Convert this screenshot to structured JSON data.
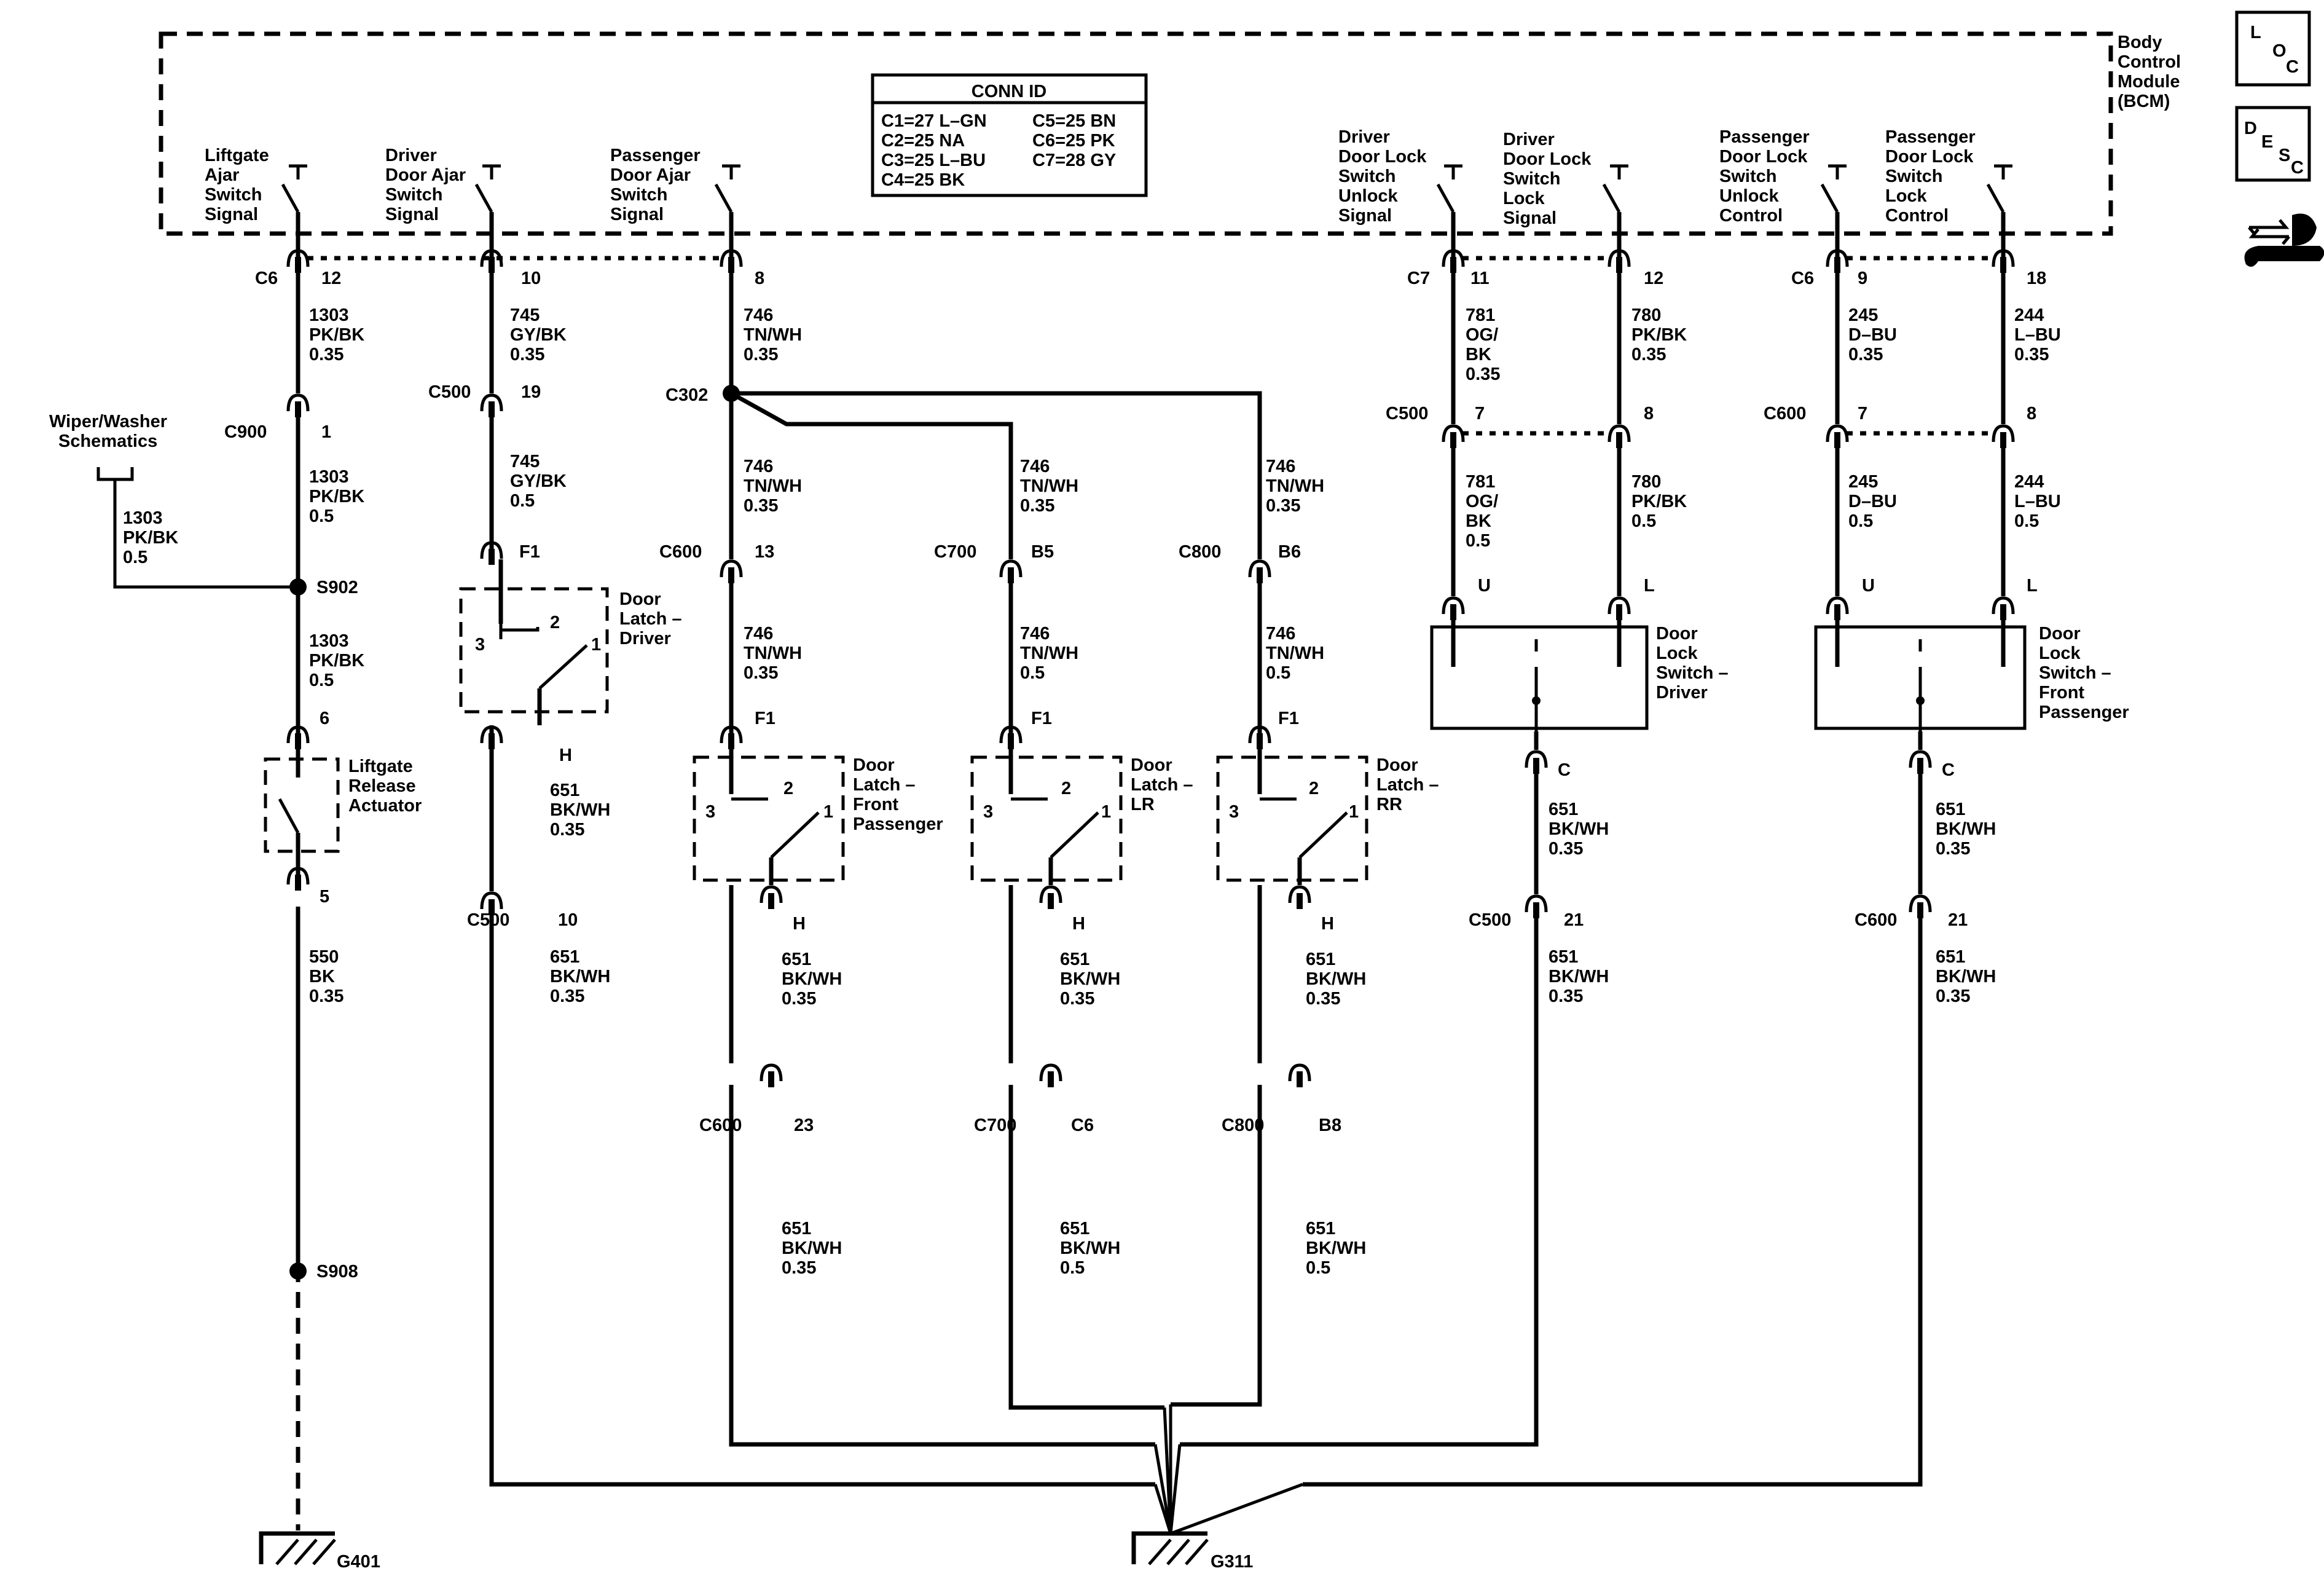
{
  "module": {
    "name": [
      "Body",
      "Control",
      "Module",
      "(BCM)"
    ]
  },
  "conn_id": {
    "title": "CONN ID",
    "col1": [
      "C1=27 L–GN",
      "C2=25 NA",
      "C3=25 L–BU",
      "C4=25 BK"
    ],
    "col2": [
      "C5=25 BN",
      "C6=25 PK",
      "C7=28 GY"
    ]
  },
  "signals": {
    "liftgate_ajar": [
      "Liftgate",
      "Ajar",
      "Switch",
      "Signal"
    ],
    "driver_door_ajar": [
      "Driver",
      "Door Ajar",
      "Switch",
      "Signal"
    ],
    "passenger_door_ajar": [
      "Passenger",
      "Door Ajar",
      "Switch",
      "Signal"
    ],
    "driver_unlock": [
      "Driver",
      "Door Lock",
      "Switch",
      "Unlock",
      "Signal"
    ],
    "driver_lock": [
      "Driver",
      "Door Lock",
      "Switch",
      "Lock",
      "Signal"
    ],
    "passenger_unlock": [
      "Passenger",
      "Door Lock",
      "Switch",
      "Unlock",
      "Control"
    ],
    "passenger_lock": [
      "Passenger",
      "Door Lock",
      "Switch",
      "Lock",
      "Control"
    ]
  },
  "icons": {
    "loc": [
      "L",
      "O",
      "C"
    ],
    "desc": [
      "D",
      "E",
      "S",
      "C"
    ],
    "service": "service-tools-icon"
  },
  "connectors": {
    "c6": "C6",
    "c7": "C7",
    "c900": "C900",
    "c500": "C500",
    "c302": "C302",
    "c600": "C600",
    "c700": "C700",
    "c800": "C800",
    "s902": "S902",
    "s908": "S908",
    "g401": "G401",
    "g311": "G311"
  },
  "pins": {
    "p12": "12",
    "p10": "10",
    "p8": "8",
    "p11": "11",
    "p9": "9",
    "p18": "18",
    "p19": "19",
    "p1": "1",
    "p6": "6",
    "p5": "5",
    "p7": "7",
    "p13": "13",
    "pb5": "B5",
    "pb6": "B6",
    "pf1": "F1",
    "ph": "H",
    "pu": "U",
    "pl": "L",
    "pc": "C",
    "p21": "21",
    "p23": "23",
    "pc6": "C6",
    "pb8": "B8",
    "n1": "1",
    "n2": "2",
    "n3": "3"
  },
  "wires": {
    "w1303_035": [
      "1303",
      "PK/BK",
      "0.35"
    ],
    "w1303_05": [
      "1303",
      "PK/BK",
      "0.5"
    ],
    "w745_035": [
      "745",
      "GY/BK",
      "0.35"
    ],
    "w745_05": [
      "745",
      "GY/BK",
      "0.5"
    ],
    "w746_035": [
      "746",
      "TN/WH",
      "0.35"
    ],
    "w746_05": [
      "746",
      "TN/WH",
      "0.5"
    ],
    "w781_035": [
      "781",
      "OG/",
      "BK",
      "0.35"
    ],
    "w781_05": [
      "781",
      "OG/",
      "BK",
      "0.5"
    ],
    "w780_035": [
      "780",
      "PK/BK",
      "0.35"
    ],
    "w780_05": [
      "780",
      "PK/BK",
      "0.5"
    ],
    "w245_035": [
      "245",
      "D–BU",
      "0.35"
    ],
    "w245_05": [
      "245",
      "D–BU",
      "0.5"
    ],
    "w244_035": [
      "244",
      "L–BU",
      "0.35"
    ],
    "w244_05": [
      "244",
      "L–BU",
      "0.5"
    ],
    "w651_035": [
      "651",
      "BK/WH",
      "0.35"
    ],
    "w651_05": [
      "651",
      "BK/WH",
      "0.5"
    ],
    "w550_035": [
      "550",
      "BK",
      "0.35"
    ]
  },
  "components": {
    "wiper": [
      "Wiper/Washer",
      "Schematics"
    ],
    "liftgate_actuator": [
      "Liftgate",
      "Release",
      "Actuator"
    ],
    "latch_driver": [
      "Door",
      "Latch –",
      "Driver"
    ],
    "latch_front_pass": [
      "Door",
      "Latch –",
      "Front",
      "Passenger"
    ],
    "latch_lr": [
      "Door",
      "Latch –",
      "LR"
    ],
    "latch_rr": [
      "Door",
      "Latch –",
      "RR"
    ],
    "lock_sw_driver": [
      "Door",
      "Lock",
      "Switch –",
      "Driver"
    ],
    "lock_sw_pass": [
      "Door",
      "Lock",
      "Switch –",
      "Front",
      "Passenger"
    ]
  }
}
